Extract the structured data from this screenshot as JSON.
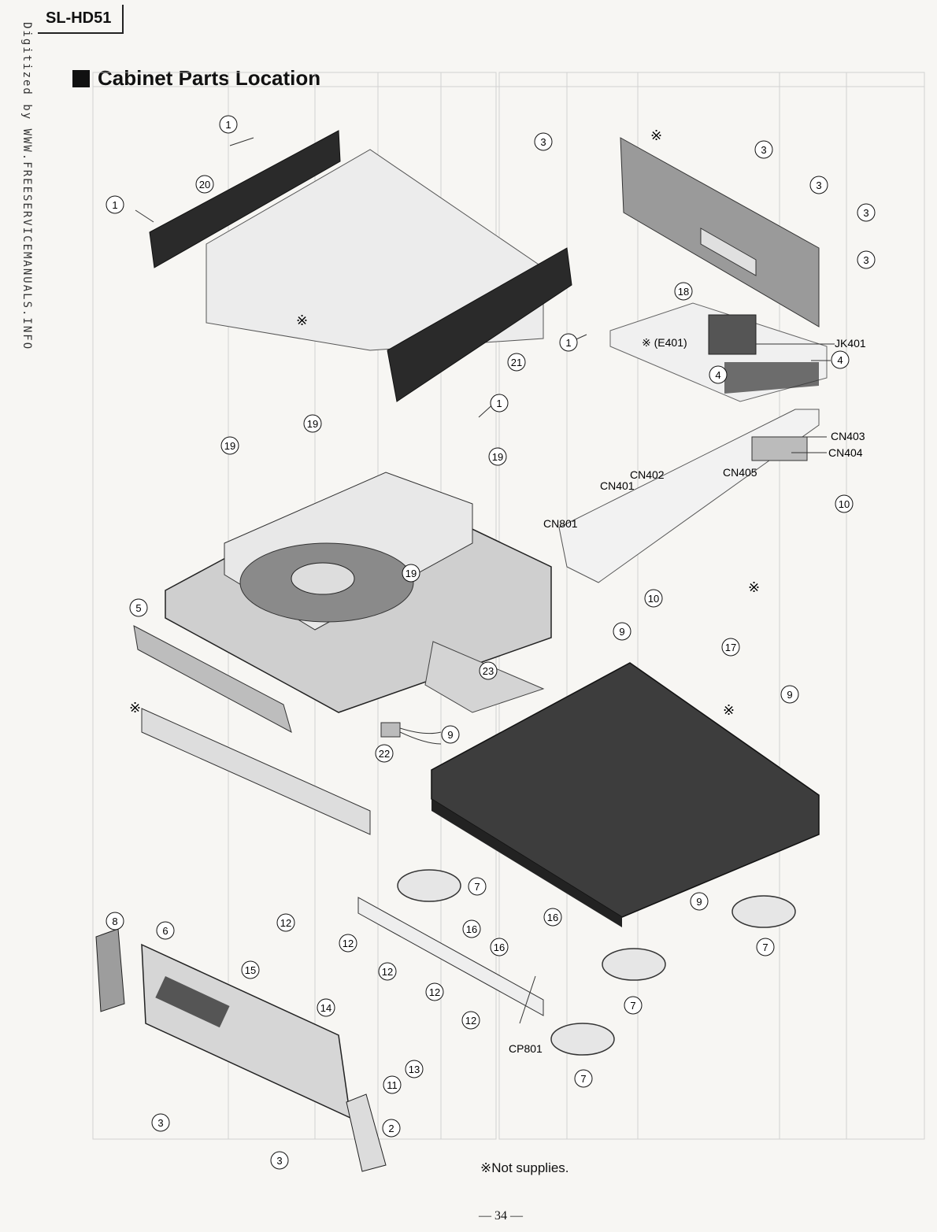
{
  "model": "SL-HD51",
  "side_watermark": "Digitized by WWW.FREESERVICEMANUALS.INFO",
  "section_title": "Cabinet Parts Location",
  "footnote": "※Not supplies.",
  "page_number": "— 34 —",
  "not_supplied_mark": "※",
  "callouts": {
    "c1": "1",
    "c2": "2",
    "c3": "3",
    "c4": "4",
    "c5": "5",
    "c6": "6",
    "c7": "7",
    "c8": "8",
    "c9": "9",
    "c10": "10",
    "c11": "11",
    "c12": "12",
    "c13": "13",
    "c14": "14",
    "c15": "15",
    "c16": "16",
    "c17": "17",
    "c18": "18",
    "c19": "19",
    "c20": "20",
    "c21": "21",
    "c22": "22",
    "c23": "23"
  },
  "labels": {
    "e401": "※ (E401)",
    "jk401": "JK401",
    "cn403": "CN403",
    "cn404": "CN404",
    "cn405": "CN405",
    "cn401": "CN401",
    "cn402": "CN402",
    "cn801": "CN801",
    "cp801": "CP801"
  }
}
